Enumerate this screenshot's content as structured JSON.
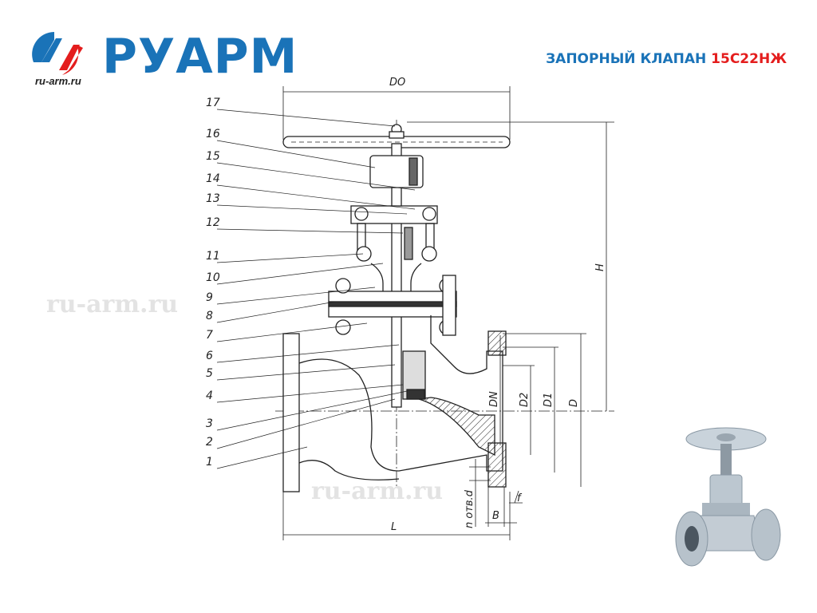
{
  "header": {
    "brand": "РУАРМ",
    "site": "ru-arm.ru",
    "title_main": "ЗАПОРНЫЙ КЛАПАН",
    "title_code": "15С22НЖ"
  },
  "watermarks": [
    "ru-arm.ru",
    "ru-arm.ru"
  ],
  "drawing": {
    "part_numbers": [
      "17",
      "16",
      "15",
      "14",
      "13",
      "12",
      "11",
      "10",
      "9",
      "8",
      "7",
      "6",
      "5",
      "4",
      "3",
      "2",
      "1"
    ],
    "dimensions": {
      "handwheel": "DO",
      "height": "H",
      "nominal": "DN",
      "d2": "D2",
      "d1": "D1",
      "d": "D",
      "length": "L",
      "holes": "n отв.d",
      "flange_thickness": "B",
      "raised_face": "f"
    }
  },
  "colors": {
    "brand_blue": "#1a73b8",
    "accent_red": "#e41d1d"
  }
}
